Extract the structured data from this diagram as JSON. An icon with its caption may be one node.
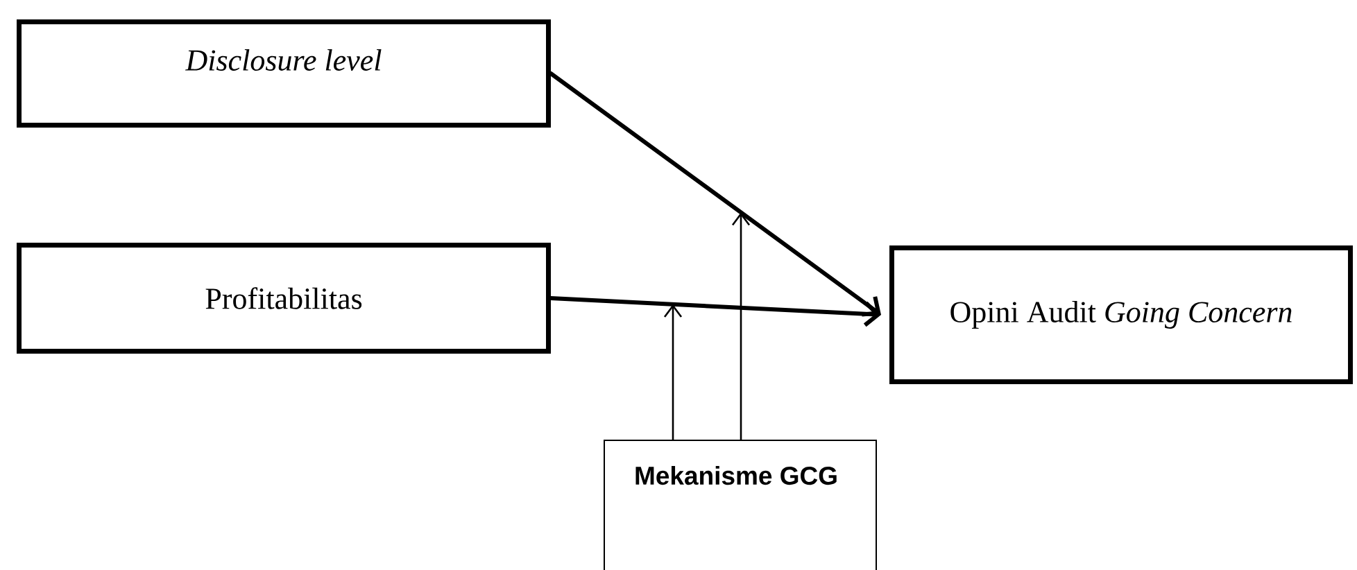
{
  "diagram": {
    "nodes": [
      {
        "text": [
          "Disclosure level"
        ]
      },
      {
        "text": [
          "Profitabilitas"
        ]
      },
      {
        "text": [
          "Opini Audit *Going Concern*"
        ]
      },
      {
        "text": [
          "Mekanisme GCG"
        ]
      }
    ],
    "edges": [
      {
        "from": 0,
        "to": 2,
        "arrow": "to",
        "style": "thick"
      },
      {
        "from": 1,
        "to": 2,
        "arrow": "to",
        "style": "thick"
      },
      {
        "from": 3,
        "to": null,
        "arrow": "to"
      },
      {
        "from": 3,
        "to": null,
        "arrow": "to"
      }
    ]
  }
}
